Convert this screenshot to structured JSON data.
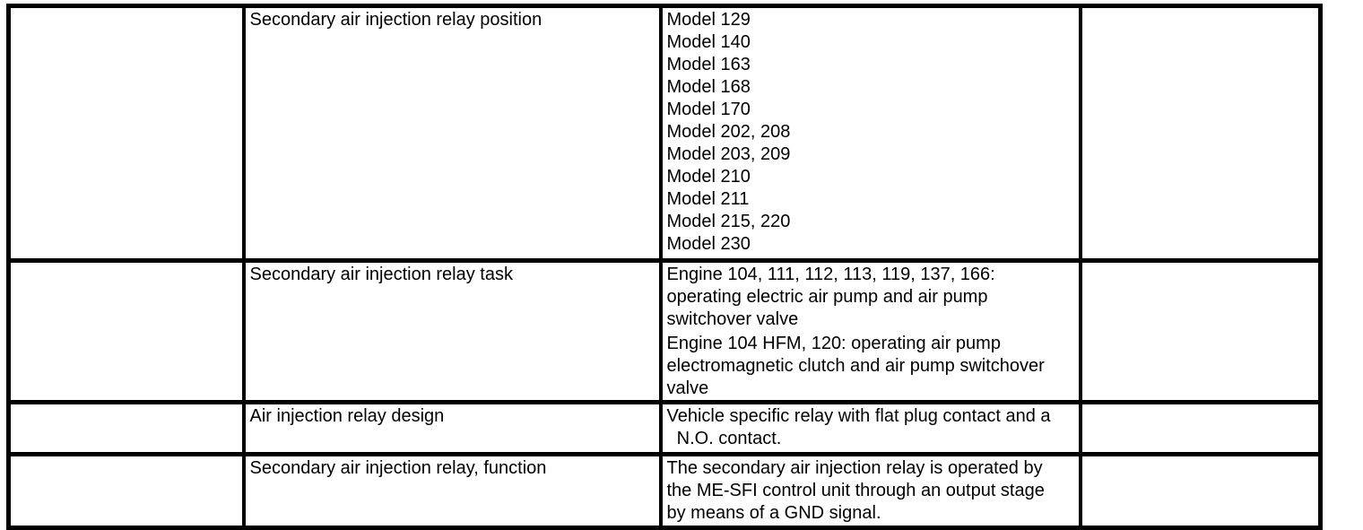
{
  "colors": {
    "border": "#000000",
    "text": "#000000",
    "background": "#ffffff"
  },
  "table": {
    "rows": [
      {
        "label": "Secondary air injection relay position",
        "paragraphs": [
          "Model 129",
          "Model 140",
          "Model 163",
          "Model 168",
          "Model 170",
          "Model 202, 208",
          "Model 203, 209",
          "Model 210",
          "Model 211",
          "Model 215, 220",
          "Model 230"
        ]
      },
      {
        "label": "Secondary air injection relay task",
        "paragraphs": [
          "Engine 104, 111, 112, 113, 119, 137, 166:\noperating electric air pump and air pump\nswitchover valve",
          "Engine 104 HFM, 120: operating air pump\nelectromagnetic clutch and air pump switchover\nvalve"
        ]
      },
      {
        "label": "Air injection relay design",
        "paragraphs": [
          "Vehicle specific relay with flat plug contact and a\n  N.O. contact."
        ]
      },
      {
        "label": "Secondary air injection relay, function",
        "paragraphs": [
          "The secondary air injection relay is operated by\nthe ME-SFI control unit through an output stage\nby means of a GND signal."
        ]
      }
    ]
  }
}
